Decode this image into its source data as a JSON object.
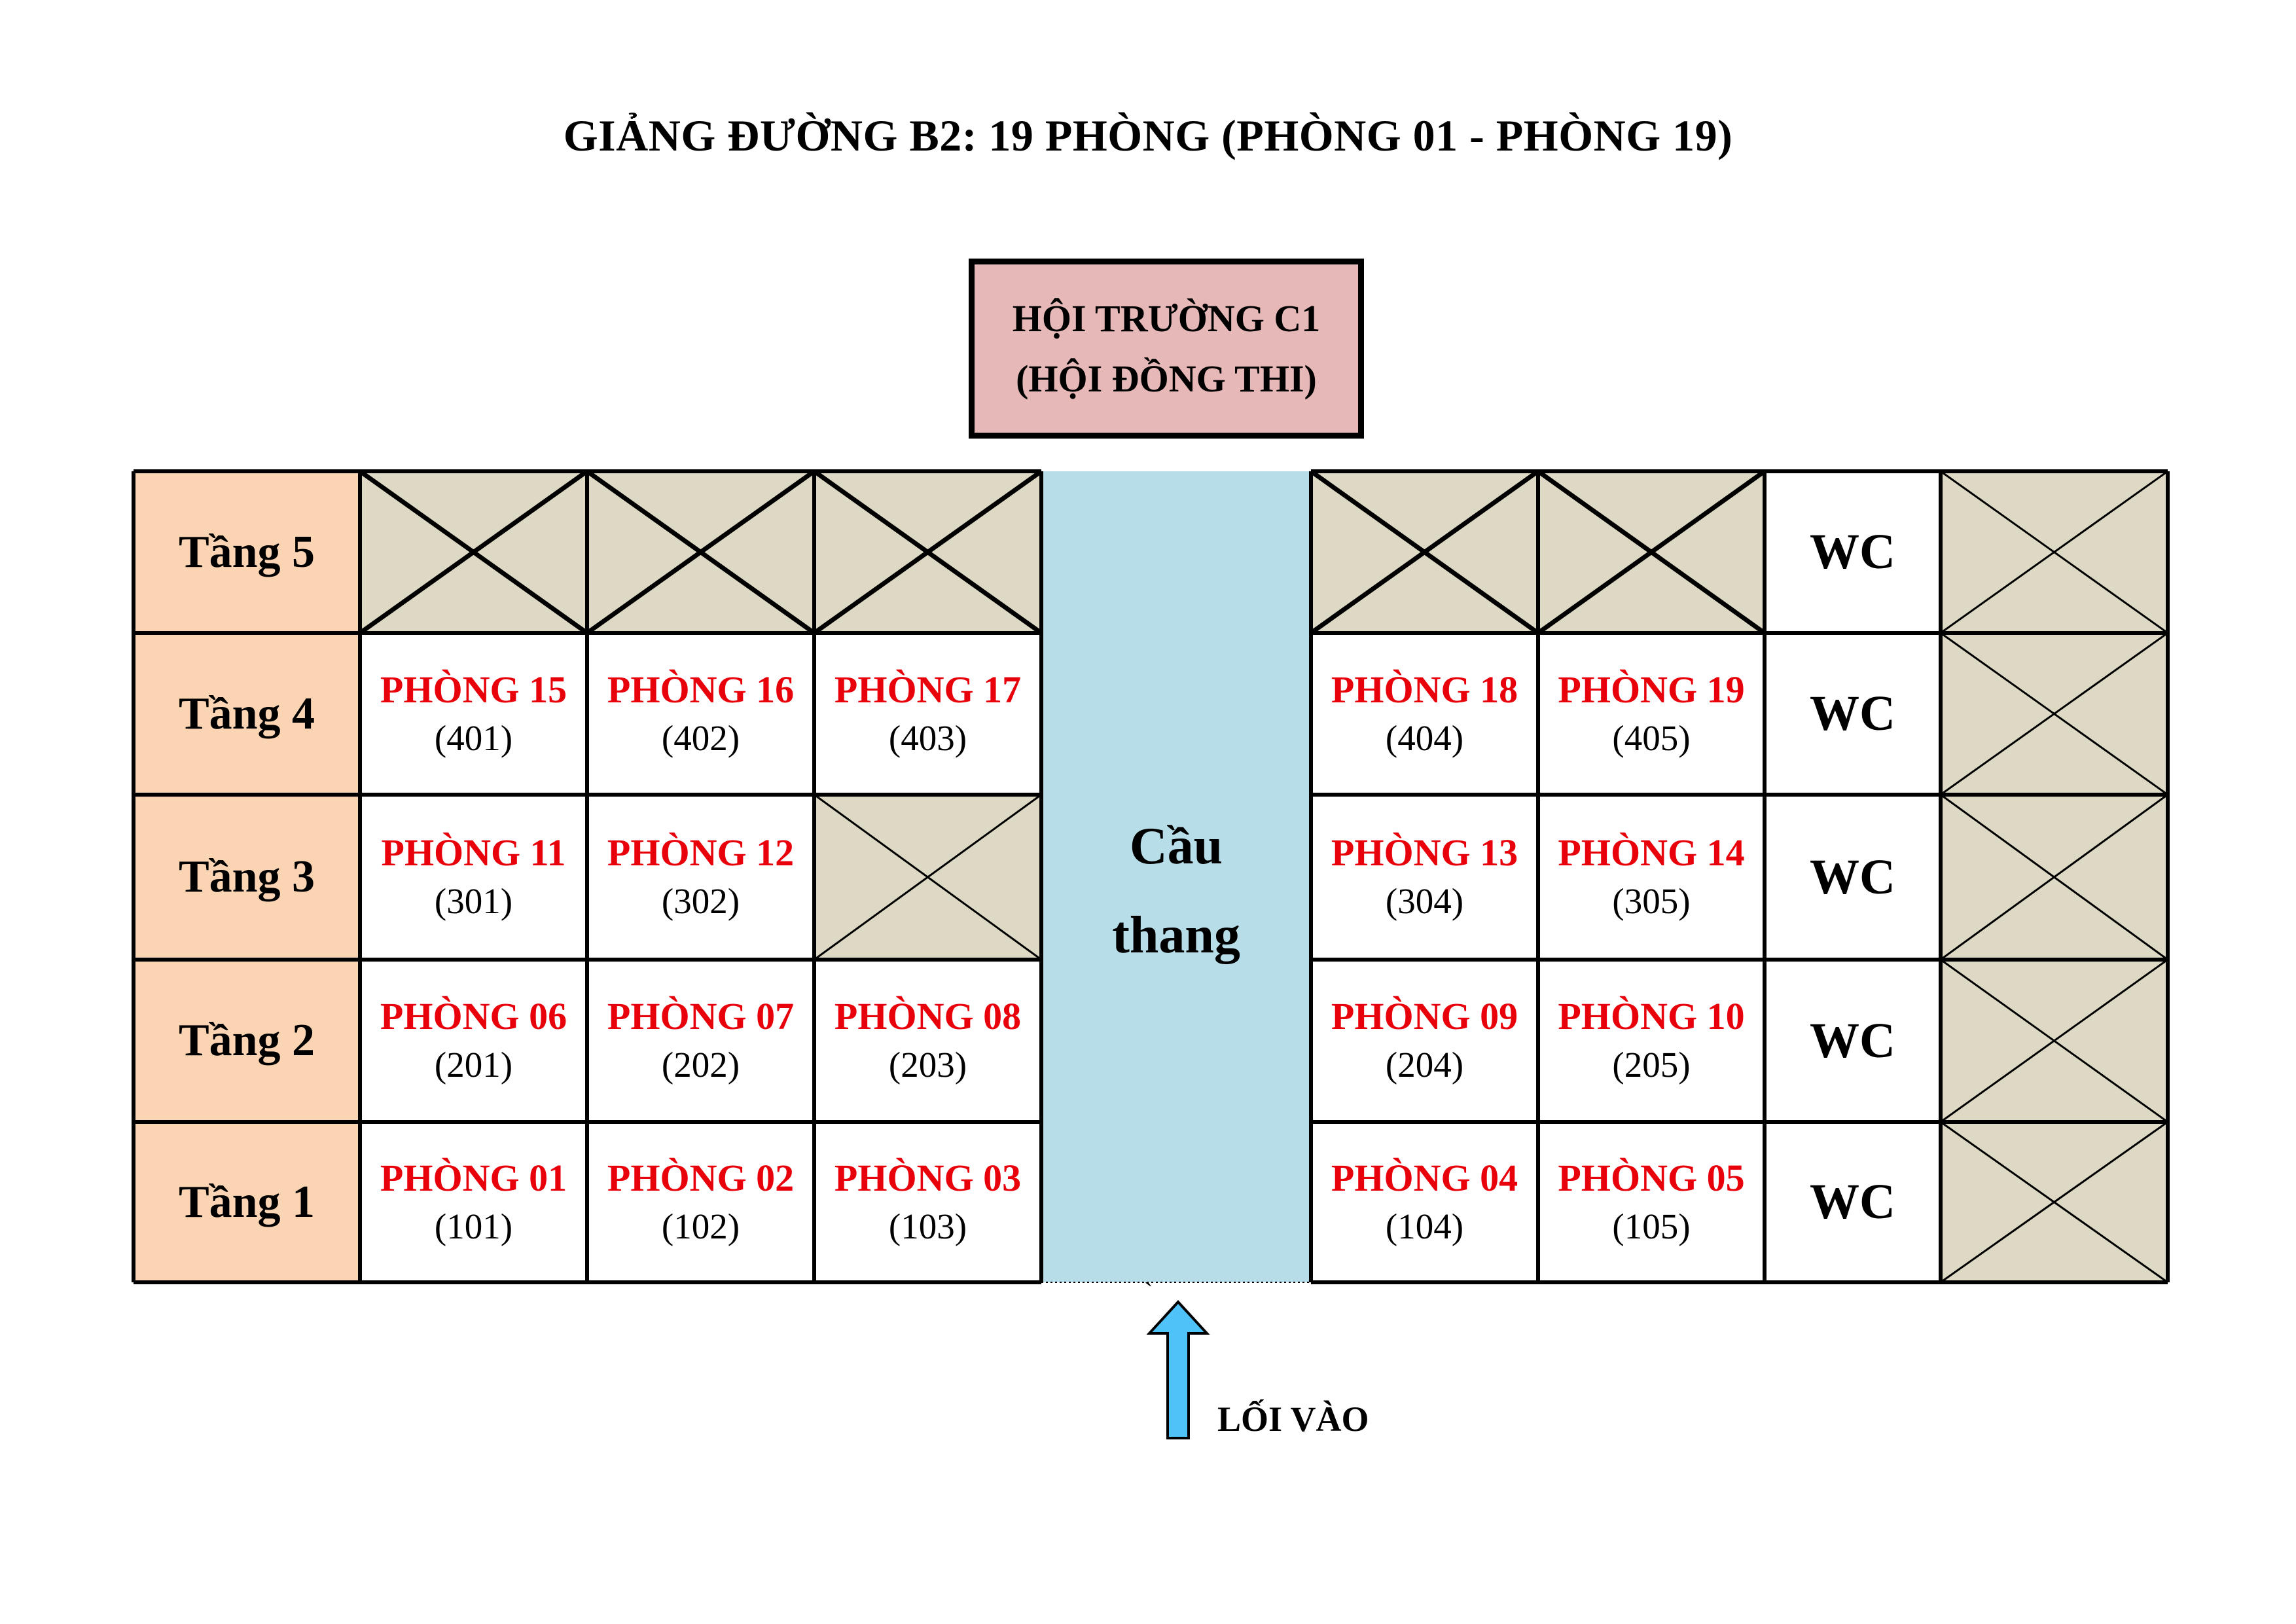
{
  "title": "GIẢNG ĐƯỜNG B2: 19 PHÒNG (PHÒNG 01 - PHÒNG 19)",
  "hall": {
    "line1": "HỘI TRƯỜNG C1",
    "line2": "(HỘI ĐỒNG THI)"
  },
  "stair": {
    "line1": "Cầu",
    "line2": "thang"
  },
  "entrance": {
    "label": "LỐI VÀO",
    "tick": "`"
  },
  "wc_label": "WC",
  "colors": {
    "floor_label_bg": "#fbd4b4",
    "blocked_bg": "#ddd9c4",
    "stair_bg": "#b7dde8",
    "hall_bg": "#e6b8b7",
    "room_name": "#e8000b",
    "arrow": "#4fc3f7"
  },
  "floors": [
    {
      "label": "Tầng 5",
      "left": [
        {
          "type": "blocked"
        },
        {
          "type": "blocked"
        },
        {
          "type": "blocked"
        }
      ],
      "right": [
        {
          "type": "blocked"
        },
        {
          "type": "blocked"
        }
      ],
      "wc": true,
      "end_blocked": true
    },
    {
      "label": "Tầng 4",
      "left": [
        {
          "type": "room",
          "name": "PHÒNG 15",
          "code": "(401)"
        },
        {
          "type": "room",
          "name": "PHÒNG 16",
          "code": "(402)"
        },
        {
          "type": "room",
          "name": "PHÒNG 17",
          "code": "(403)"
        }
      ],
      "right": [
        {
          "type": "room",
          "name": "PHÒNG 18",
          "code": "(404)"
        },
        {
          "type": "room",
          "name": "PHÒNG 19",
          "code": "(405)"
        }
      ],
      "wc": true,
      "end_blocked": true
    },
    {
      "label": "Tầng 3",
      "left": [
        {
          "type": "room",
          "name": "PHÒNG 11",
          "code": "(301)"
        },
        {
          "type": "room",
          "name": "PHÒNG 12",
          "code": "(302)"
        },
        {
          "type": "blocked"
        }
      ],
      "right": [
        {
          "type": "room",
          "name": "PHÒNG 13",
          "code": "(304)"
        },
        {
          "type": "room",
          "name": "PHÒNG 14",
          "code": "(305)"
        }
      ],
      "wc": true,
      "end_blocked": true
    },
    {
      "label": "Tầng 2",
      "left": [
        {
          "type": "room",
          "name": "PHÒNG 06",
          "code": "(201)"
        },
        {
          "type": "room",
          "name": "PHÒNG 07",
          "code": "(202)"
        },
        {
          "type": "room",
          "name": "PHÒNG 08",
          "code": "(203)"
        }
      ],
      "right": [
        {
          "type": "room",
          "name": "PHÒNG 09",
          "code": "(204)"
        },
        {
          "type": "room",
          "name": "PHÒNG 10",
          "code": "(205)"
        }
      ],
      "wc": true,
      "end_blocked": true
    },
    {
      "label": "Tầng 1",
      "left": [
        {
          "type": "room",
          "name": "PHÒNG 01",
          "code": "(101)"
        },
        {
          "type": "room",
          "name": "PHÒNG 02",
          "code": "(102)"
        },
        {
          "type": "room",
          "name": "PHÒNG 03",
          "code": "(103)"
        }
      ],
      "right": [
        {
          "type": "room",
          "name": "PHÒNG 04",
          "code": "(104)"
        },
        {
          "type": "room",
          "name": "PHÒNG 05",
          "code": "(105)"
        }
      ],
      "wc": true,
      "end_blocked": true
    }
  ]
}
